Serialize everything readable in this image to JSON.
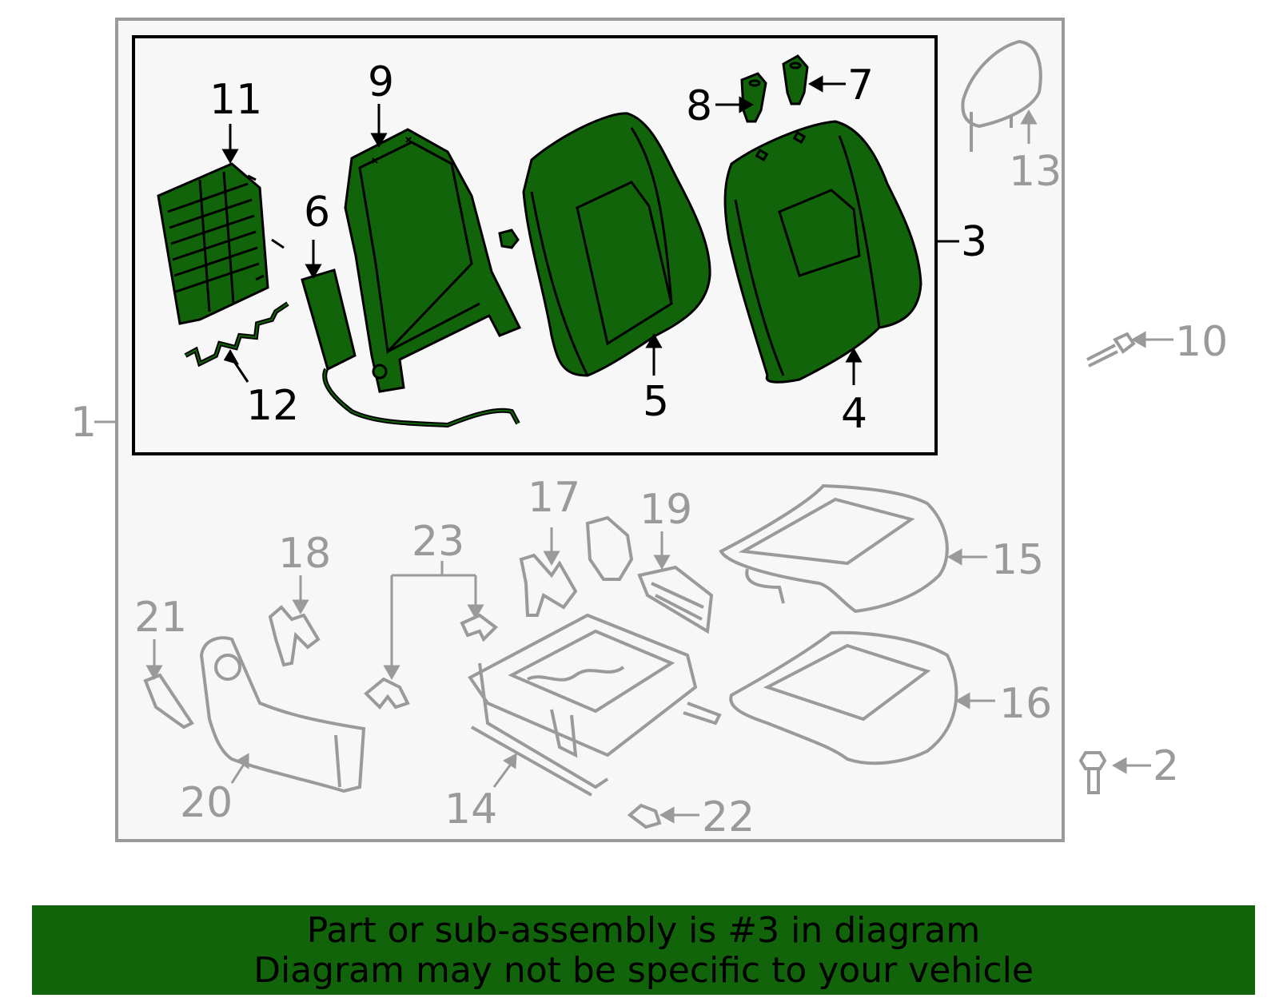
{
  "colors": {
    "highlight_fill": "#11640a",
    "banner_fill": "#11640a",
    "panel_bg": "#f7f7f7",
    "grey_line": "#9a9a9a",
    "dark_line": "#000000"
  },
  "callouts": {
    "c1": "1",
    "c2": "2",
    "c3": "3",
    "c4": "4",
    "c5": "5",
    "c6": "6",
    "c7": "7",
    "c8": "8",
    "c9": "9",
    "c10": "10",
    "c11": "11",
    "c12": "12",
    "c13": "13",
    "c14": "14",
    "c15": "15",
    "c16": "16",
    "c17": "17",
    "c18": "18",
    "c19": "19",
    "c20": "20",
    "c21": "21",
    "c22": "22",
    "c23": "23"
  },
  "banner": {
    "line1": "Part or sub-assembly is #3 in diagram",
    "line2": "Diagram may not be specific to your vehicle"
  }
}
